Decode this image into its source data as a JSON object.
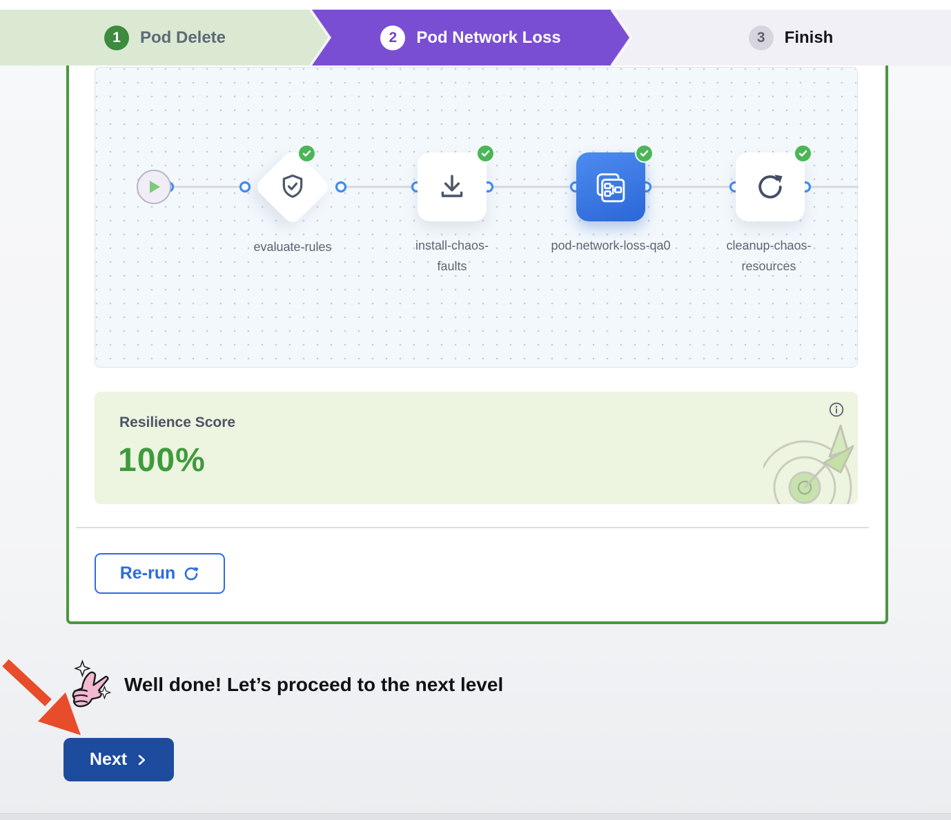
{
  "stepper": {
    "steps": [
      {
        "number": "1",
        "label": "Pod Delete",
        "state": "completed"
      },
      {
        "number": "2",
        "label": "Pod Network Loss",
        "state": "active"
      },
      {
        "number": "3",
        "label": "Finish",
        "state": "upcoming"
      }
    ]
  },
  "pipeline": {
    "nodes": [
      {
        "label": "evaluate-rules",
        "icon": "shield-check-icon",
        "status": "success"
      },
      {
        "label": "install-chaos-faults",
        "icon": "download-icon",
        "status": "success"
      },
      {
        "label": "pod-network-loss-qa0",
        "icon": "chaos-experiment-icon",
        "status": "success"
      },
      {
        "label": "cleanup-chaos-resources",
        "icon": "refresh-icon",
        "status": "success"
      }
    ]
  },
  "score": {
    "title": "Resilience Score",
    "value": "100%"
  },
  "actions": {
    "rerun_label": "Re-run",
    "next_label": "Next"
  },
  "message": {
    "text": "Well done! Let’s proceed to the next level"
  },
  "colors": {
    "step_active_purple": "#7a4ed2",
    "step_done_green_bg": "#dbe9d3",
    "success_badge": "#4bb657",
    "score_green": "#3e9b3d",
    "rerun_blue": "#2c6be0",
    "next_blue": "#1d4c9f",
    "node_blue": "#2b67d8",
    "annotation_red": "#e74c2b"
  }
}
